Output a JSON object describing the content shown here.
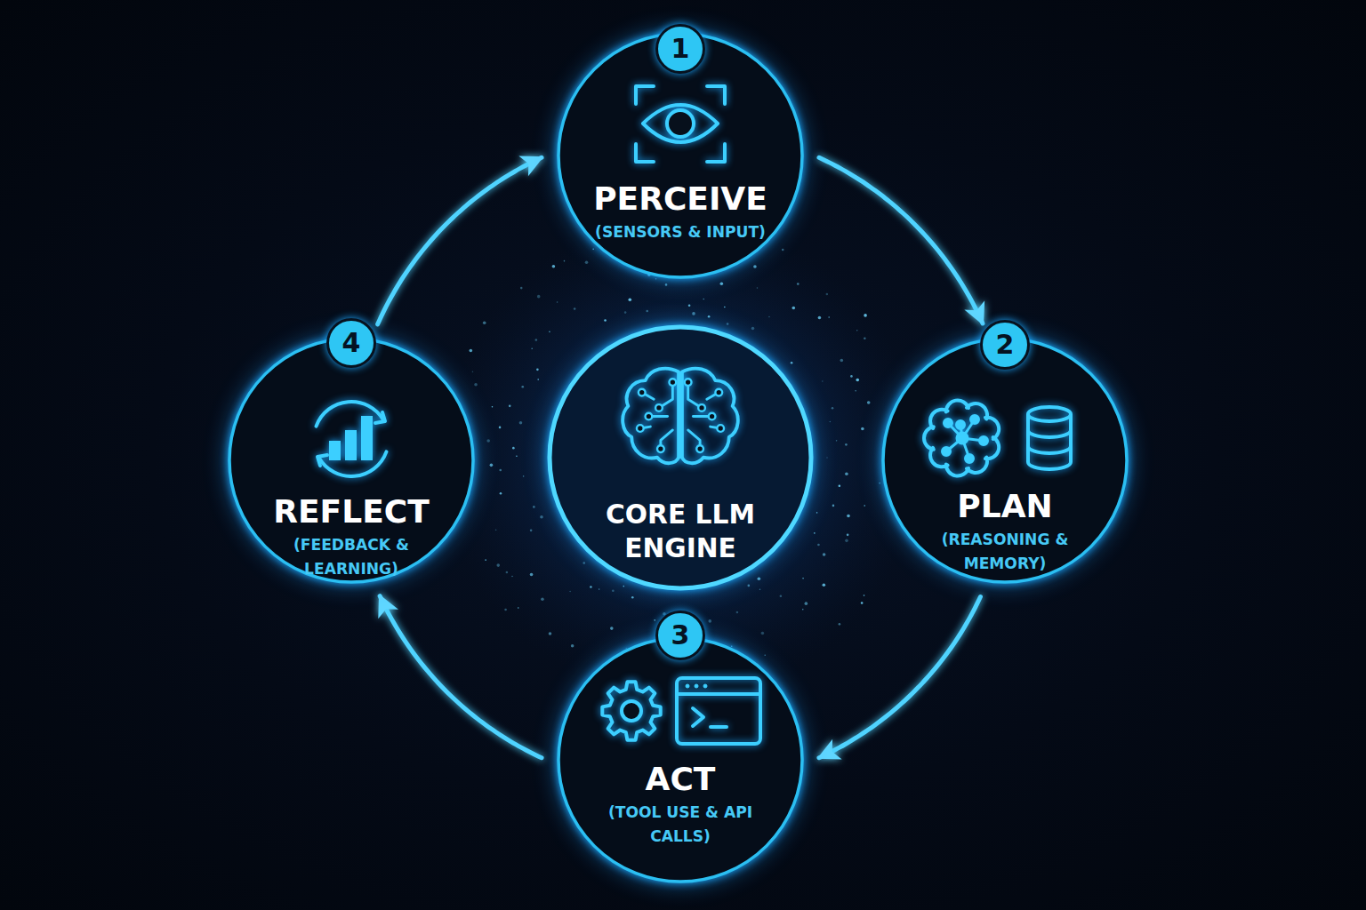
{
  "diagram": {
    "nodes": [
      {
        "text": [
          "1",
          "PERCEIVE",
          "(SENSORS & INPUT)"
        ]
      },
      {
        "text": [
          "2",
          "PLAN",
          "(REASONING & MEMORY)"
        ]
      },
      {
        "text": [
          "3",
          "ACT",
          "(TOOL USE & API CALLS)"
        ]
      },
      {
        "text": [
          "4",
          "REFLECT",
          "(FEEDBACK & LEARNING)"
        ]
      },
      {
        "text": [
          "CORE LLM ENGINE"
        ]
      }
    ],
    "edges": [
      {
        "from": 0,
        "to": 1,
        "arrow": "to"
      },
      {
        "from": 1,
        "to": 2,
        "arrow": "to"
      },
      {
        "from": 2,
        "to": 3,
        "arrow": "to"
      },
      {
        "from": 3,
        "to": 0,
        "arrow": "to"
      }
    ]
  }
}
